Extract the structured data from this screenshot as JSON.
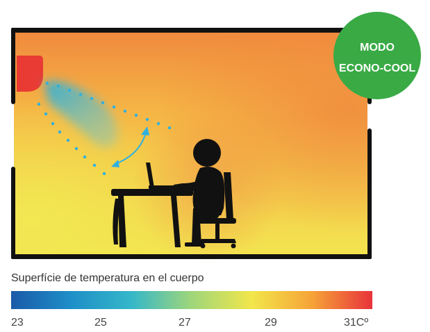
{
  "badge": {
    "line1": "MODO",
    "line2": "ECONO-COOL",
    "color": "#3aaa45"
  },
  "room": {
    "hot_color": "#f08a3e",
    "warm_color": "#f6c24a",
    "cool_color": "#f0e44f",
    "unit_color": "#e93b33",
    "airflow_color": "#3bb4d8"
  },
  "legend": {
    "caption": "Superfície de temperatura en el cuerpo",
    "gradient": [
      "#1a5aa8",
      "#1e8fc8",
      "#35b7c9",
      "#9fd67a",
      "#f2e64a",
      "#f6a338",
      "#e8333a"
    ],
    "ticks": [
      "23",
      "25",
      "27",
      "29",
      "31Cº"
    ]
  }
}
